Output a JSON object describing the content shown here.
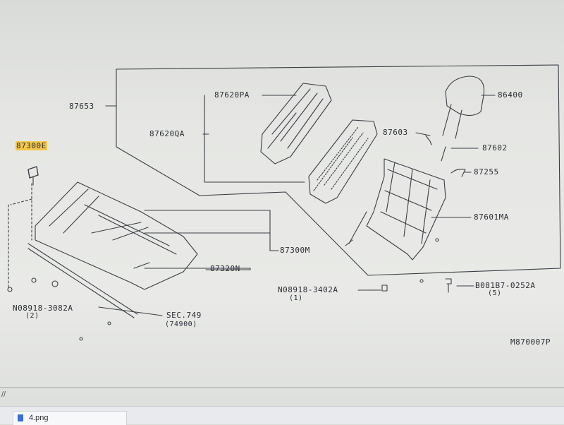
{
  "diagram": {
    "labels": {
      "p87653": "87653",
      "p87620PA": "87620PA",
      "p87620QA": "87620QA",
      "p86400": "86400",
      "p87603": "87603",
      "p87602": "87602",
      "p87255": "87255",
      "p87601MA": "87601MA",
      "p87300E": "87300E",
      "p87300M": "87300M",
      "p87320N": "87320N",
      "n08918_3082A": "N08918-3082A",
      "n08918_3082A_qty": "(2)",
      "n08918_3402A": "N08918-3402A",
      "n08918_3402A_qty": "(1)",
      "b081B7_0252A": "B081B7-0252A",
      "b081B7_0252A_qty": "(5)",
      "sec749": "SEC.749",
      "sec749_ref": "(74900)",
      "drawing_code": "M870007P"
    },
    "highlight_color": "#f4c84a",
    "line_color": "#3a3d44"
  },
  "taskbar": {
    "tab_label": "4.png",
    "slash": "//"
  }
}
